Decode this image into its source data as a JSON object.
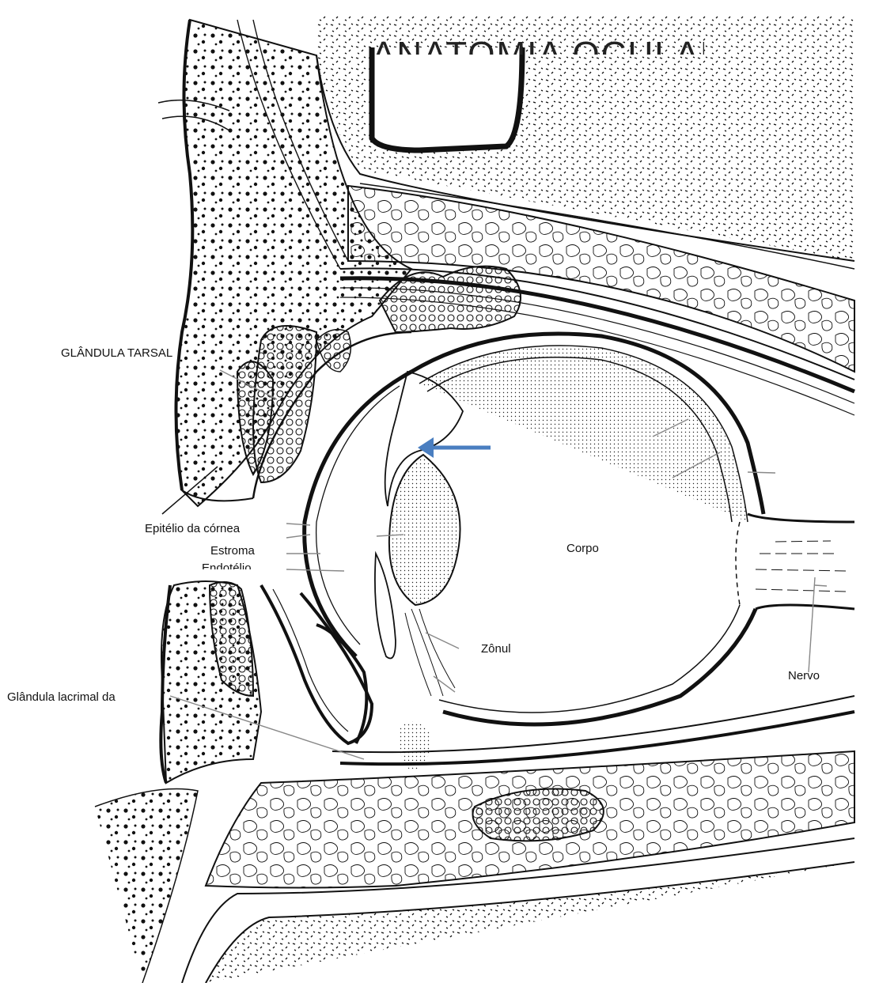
{
  "title": "ANATOMIA OCULAR",
  "labels": {
    "glandula_tarsal": "GLÂNDULA TARSAL",
    "epitelio_cornea": "Epitélio da córnea",
    "estroma": "Estroma",
    "endotelio": "Endotélio",
    "corpo": "Corpo",
    "zonula": "Zônul",
    "nervo": "Nervo",
    "glandula_lacrimal": "Glândula lacrimal da"
  },
  "arrow_color": "#4a7ec0"
}
